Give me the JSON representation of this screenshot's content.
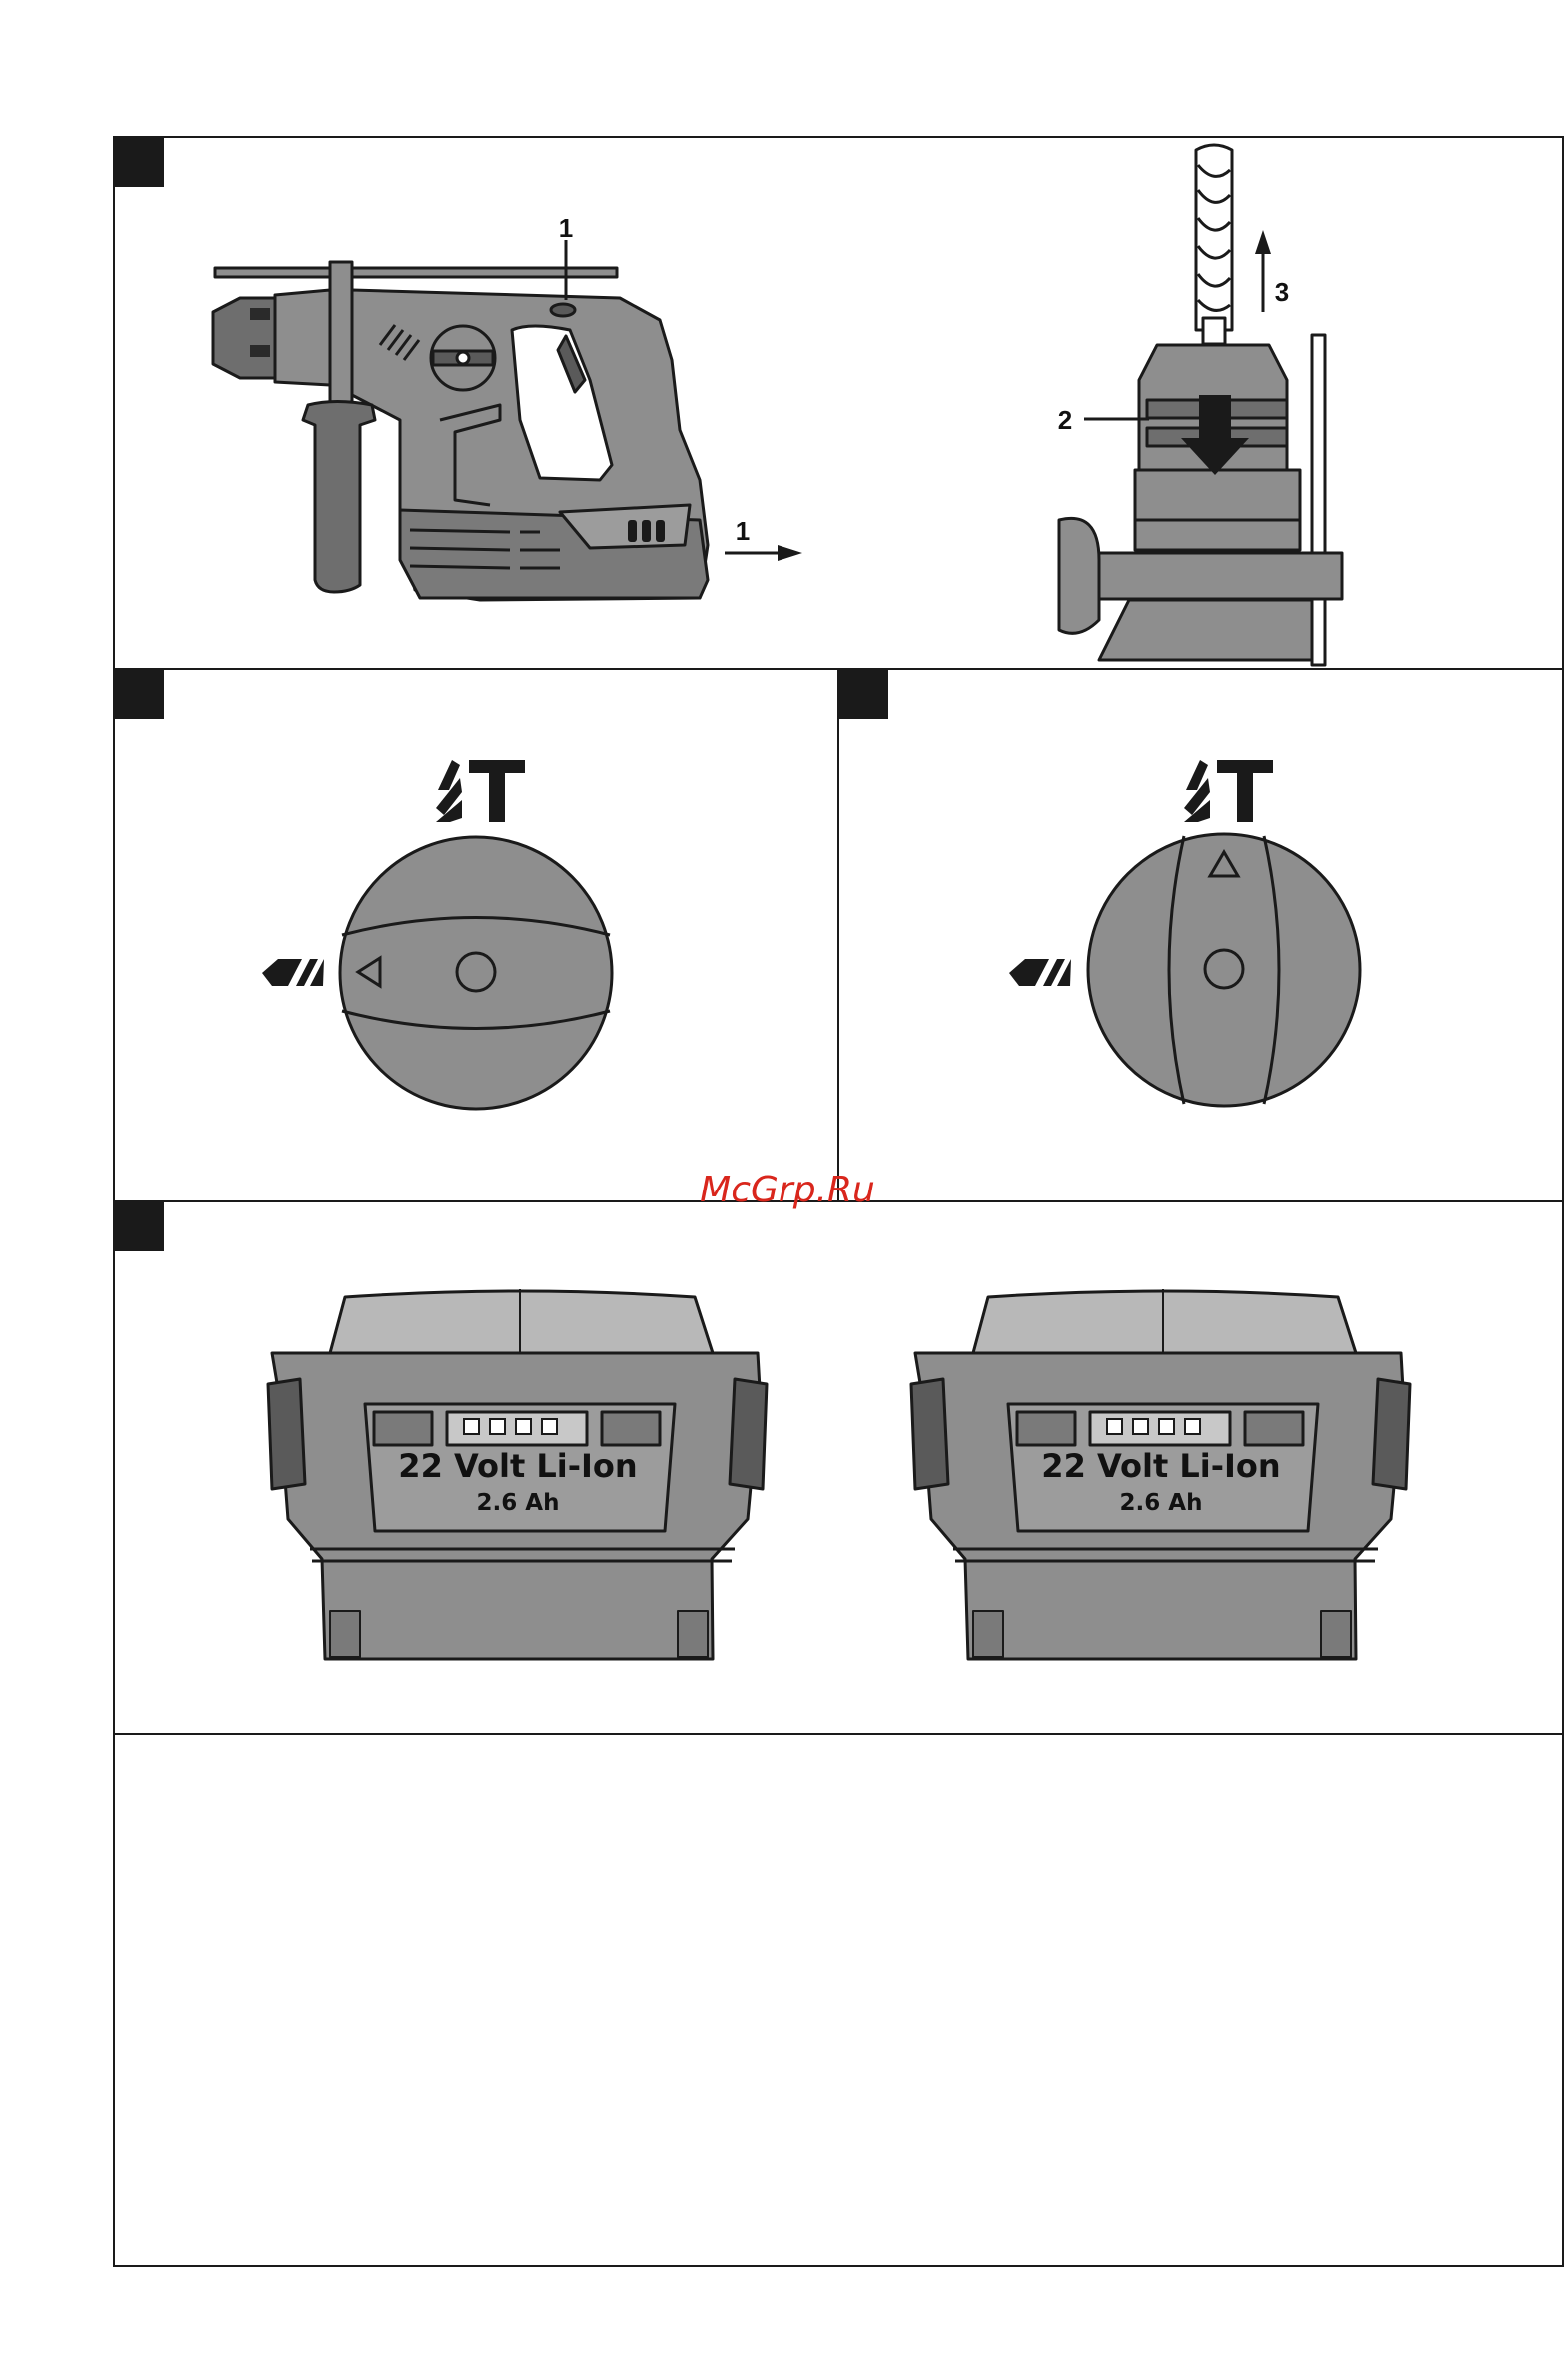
{
  "figure": {
    "panel1": {
      "callouts": {
        "lock_label": "1",
        "slide_label": "1",
        "chuck_label": "2",
        "release_label": "3"
      }
    },
    "battery": {
      "voltage_text": "22 Volt Li-Ion",
      "capacity_text": "2.6 Ah"
    },
    "watermark": "McGrp.Ru"
  },
  "colors": {
    "tool_grey": "#8e8e8e",
    "light_grey": "#b8b8b8",
    "dark_grey": "#5a5a5a",
    "outline": "#1a1a1a",
    "watermark": "#d9261c"
  }
}
